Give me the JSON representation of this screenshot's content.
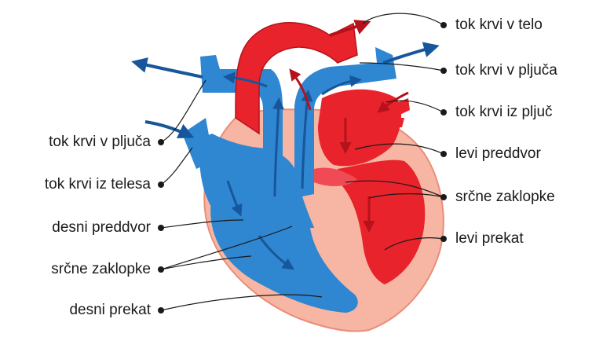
{
  "colors": {
    "oxygenated": "#e8232c",
    "oxygenated_dark": "#b5121b",
    "deoxygenated": "#2f86d1",
    "deoxygenated_dark": "#17569a",
    "muscle": "#f7b6a3",
    "muscle_edge": "#e88d78",
    "leader": "#1a1a1a"
  },
  "labels": {
    "left": {
      "flow_to_lungs": "tok krvi v pljuča",
      "flow_from_body": "tok krvi iz telesa",
      "right_atrium": "desni preddvor",
      "valves": "srčne zaklopke",
      "right_ventricle": "desni prekat"
    },
    "right": {
      "flow_to_body": "tok krvi v telo",
      "flow_to_lungs": "tok krvi v pljuča",
      "flow_from_lungs": "tok krvi iz pljuč",
      "left_atrium": "levi preddvor",
      "valves": "srčne zaklopke",
      "left_ventricle": "levi prekat"
    }
  }
}
